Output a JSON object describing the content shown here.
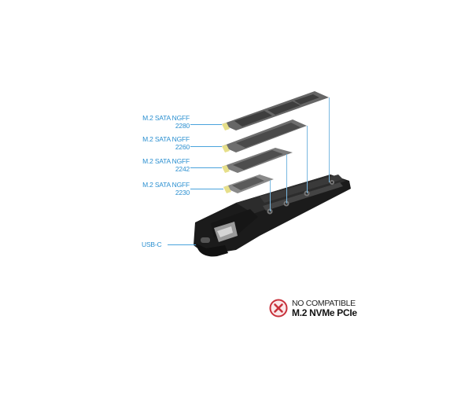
{
  "callouts": [
    {
      "line1": "M.2 SATA NGFF",
      "line2": "2280"
    },
    {
      "line1": "M.2 SATA NGFF",
      "line2": "2260"
    },
    {
      "line1": "M.2 SATA NGFF",
      "line2": "2242"
    },
    {
      "line1": "M.2 SATA NGFF",
      "line2": "2230"
    }
  ],
  "port_label": "USB-C",
  "incompatibility": {
    "icon": "x-circle-icon",
    "line1": "NO COMPATIBLE",
    "line2": "M.2 NVMe PCIe",
    "icon_color": "#c8323c"
  },
  "colors": {
    "label_blue": "#2a8fd0",
    "enclosure": "#1c1c1c",
    "ssd_board": "#6b6b6b"
  }
}
